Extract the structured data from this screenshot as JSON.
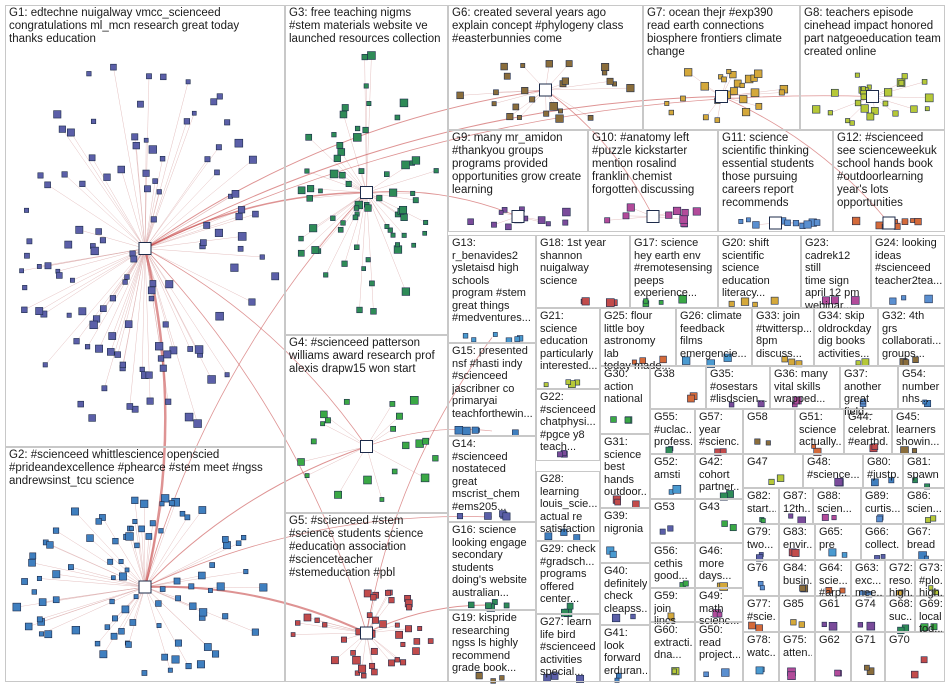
{
  "title": "",
  "colors": {
    "edge": "#c33b3b",
    "edge_light": "#d9a5a5",
    "node_border": "#1d2b4a",
    "group_border": "#c8c8c8"
  },
  "groups": [
    {
      "id": "G1",
      "text": "G1: edtechne nuigalway vmcc_scienceed\ncongratulations ml_mcn research great today\nthanks education",
      "node_color": "#5b5fa8",
      "density": 120
    },
    {
      "id": "G2",
      "text": "G2: #scienceed whittlescience openscied\n#prideandexcellence #phearce #stem meet #ngss\nandrewsinst_tcu science",
      "node_color": "#3f7fbf",
      "density": 90
    },
    {
      "id": "G3",
      "text": "G3: free teaching nigms\n#stem materials website ve\nlaunched resources collection",
      "node_color": "#2e8b57",
      "density": 70
    },
    {
      "id": "G4",
      "text": "G4: #scienceed patterson\nwilliams award research prof\nalexis drapw15 won start",
      "node_color": "#3aa845",
      "density": 20
    },
    {
      "id": "G5",
      "text": "G5: #scienceed #stem\n#science students science\n#education association\n#scienceteacher\n#stemeducation #pbl",
      "node_color": "#c24b4b",
      "density": 40
    },
    {
      "id": "G6",
      "text": "G6: created several years ago\nexplain concept #phylogeny class\n#easterbunnies come",
      "node_color": "#8a6d3b",
      "density": 25
    },
    {
      "id": "G7",
      "text": "G7: ocean thejr #exp390\nread earth connections\nbiosphere frontiers climate\nchange",
      "node_color": "#d4a83a",
      "density": 25
    },
    {
      "id": "G8",
      "text": "G8: teachers episode\ncinehead impact honored\npart natgeoeducation team\ncreated online",
      "node_color": "#b6c838",
      "density": 25
    },
    {
      "id": "G9",
      "text": "G9: many mr_amidon\n#thankyou groups\nprograms provided\nopportunities grow create\nlearning",
      "node_color": "#7a4b9a",
      "density": 12
    },
    {
      "id": "G10",
      "text": "G10: #anatomy left\n#puzzle kickstarter\nmention rosalind\nfranklin chemist\nforgotten discussing",
      "node_color": "#b24b9a",
      "density": 10
    },
    {
      "id": "G11",
      "text": "G11: science\nscientific thinking\nessential students\nthose pursuing\ncareers report\nrecommends",
      "node_color": "#5a8fd0",
      "density": 10
    },
    {
      "id": "G12",
      "text": "G12: #scienceed\nsee scienceweekuk\nschool hands book\n#outdoorlearning\nyear's lots\nopportunities",
      "node_color": "#d46a3a",
      "density": 10
    },
    {
      "id": "G13",
      "text": "G13:\nr_benavides2\nysletaisd high\nschools\nprogram #stem\ngreat things\n#medventures...",
      "node_color": "#4a9ad0",
      "density": 6
    },
    {
      "id": "G14",
      "text": "G14:\n#scienceed\nnostateced\ngreat\nmscrist_chem\n#ems205...",
      "node_color": "#5b5fa8",
      "density": 5
    },
    {
      "id": "G15",
      "text": "G15: presented\nnsf #hasti indy\n#scienceed\njascribner co\nprimaryai\nteachforthewin...",
      "node_color": "#3f7fbf",
      "density": 5
    },
    {
      "id": "G16",
      "text": "G16: science\nlooking engage\nsecondary\nstudents\ndoing's website\naustralian...",
      "node_color": "#2e8b57",
      "density": 5
    },
    {
      "id": "G17",
      "text": "G17: science\nhey earth env\n#remotesensing\npeeps\nexperience...",
      "node_color": "#3aa845",
      "density": 4
    },
    {
      "id": "G18",
      "text": "G18: 1st year\nshannon\nnuigalway\nscience",
      "node_color": "#c24b4b",
      "density": 4
    },
    {
      "id": "G19",
      "text": "G19: kispride\nresearching\nngss ls highly\nrecommend\ngrade book...",
      "node_color": "#8a6d3b",
      "density": 4
    },
    {
      "id": "G20",
      "text": "G20: shift\nscientific\nscience\neducation\nliteracy...",
      "node_color": "#d4a83a",
      "density": 4
    },
    {
      "id": "G21",
      "text": "G21:\nscience\neducation\nparticularly\ninterested...",
      "node_color": "#b6c838",
      "density": 4
    },
    {
      "id": "G22",
      "text": "G22:\n#scienceed\nchatphysi...\n#pgce y8\nteach...",
      "node_color": "#7a4b9a",
      "density": 3
    },
    {
      "id": "G23",
      "text": "G23:\ncadrek12 still\ntime sign\napril 12 pm\nwebinar...",
      "node_color": "#b24b9a",
      "density": 3
    },
    {
      "id": "G24",
      "text": "G24: looking\nideas\n#scienceed\nteacher2tea...",
      "node_color": "#5a8fd0",
      "density": 3
    },
    {
      "id": "G25",
      "text": "G25: flour\nlittle boy\nastronomy lab\ntoday made...",
      "node_color": "#d46a3a",
      "density": 3
    },
    {
      "id": "G26",
      "text": "G26: climate\nfeedback\nfilms\nemergencie...",
      "node_color": "#4a9ad0",
      "density": 3
    },
    {
      "id": "G27",
      "text": "G27: learn\nlife bird\n#scienceed\nactivities\nspecial...",
      "node_color": "#5b5fa8",
      "density": 3
    },
    {
      "id": "G28",
      "text": "G28:\nlearning\nlouis_scie...\nactual re\nsatisfaction",
      "node_color": "#3f7fbf",
      "density": 3
    },
    {
      "id": "G29",
      "text": "G29: check\n#gradsch...\nprograms\noffered\ncenter...",
      "node_color": "#2e8b57",
      "density": 3
    },
    {
      "id": "G30",
      "text": "G30:\naction\nnational",
      "node_color": "#3aa845",
      "density": 3
    },
    {
      "id": "G31",
      "text": "G31:\nscience\nbest\nhands\noutdoor...",
      "node_color": "#c24b4b",
      "density": 3
    },
    {
      "id": "G32",
      "text": "G32: 4th\ngrs\ncollaborati...\ngroups...",
      "node_color": "#8a6d3b",
      "density": 3
    },
    {
      "id": "G33",
      "text": "G33: join\n#twittersp...\n8pm\ndiscuss...",
      "node_color": "#d4a83a",
      "density": 3
    },
    {
      "id": "G34",
      "text": "G34: skip\noldrockday\ndig books\nactivities...",
      "node_color": "#b6c838",
      "density": 3
    },
    {
      "id": "G35",
      "text": "G35:\n#osestars\n#lisdscien...",
      "node_color": "#7a4b9a",
      "density": 2
    },
    {
      "id": "G36",
      "text": "G36: many\nvital skills\nwrapped...",
      "node_color": "#b24b9a",
      "density": 2
    },
    {
      "id": "G37",
      "text": "G37:\nanother\ngreat field...",
      "node_color": "#5a8fd0",
      "density": 2
    },
    {
      "id": "G38",
      "text": "G38",
      "node_color": "#d46a3a",
      "density": 2
    },
    {
      "id": "G39",
      "text": "G39:\nnigronia",
      "node_color": "#4a9ad0",
      "density": 2
    },
    {
      "id": "G40",
      "text": "G40:\ndefinitely\ncheck\ncleapss...",
      "node_color": "#5b5fa8",
      "density": 2
    },
    {
      "id": "G41",
      "text": "G41:\nlook\nforward\nerduran...",
      "node_color": "#3f7fbf",
      "density": 2
    },
    {
      "id": "G42",
      "text": "G42:\ncohort\npartner...",
      "node_color": "#2e8b57",
      "density": 2
    },
    {
      "id": "G43",
      "text": "G43",
      "node_color": "#3aa845",
      "density": 2
    },
    {
      "id": "G44",
      "text": "G44:\ncelebrat...\n#earthd...",
      "node_color": "#c24b4b",
      "density": 2
    },
    {
      "id": "G45",
      "text": "G45:\nlearners\nshowin...",
      "node_color": "#8a6d3b",
      "density": 2
    },
    {
      "id": "G46",
      "text": "G46:\nmore\ndays...",
      "node_color": "#d4a83a",
      "density": 2
    },
    {
      "id": "G47",
      "text": "G47",
      "node_color": "#b6c838",
      "density": 2
    },
    {
      "id": "G48",
      "text": "G48:\n#science...",
      "node_color": "#7a4b9a",
      "density": 2
    },
    {
      "id": "G49",
      "text": "G49:\nmath\nscienc...",
      "node_color": "#b24b9a",
      "density": 2
    },
    {
      "id": "G50",
      "text": "G50:\nread\nproject...",
      "node_color": "#5a8fd0",
      "density": 2
    },
    {
      "id": "G51",
      "text": "G51:\nscience\nactually...",
      "node_color": "#d46a3a",
      "density": 2
    },
    {
      "id": "G52",
      "text": "G52:\namsti",
      "node_color": "#4a9ad0",
      "density": 2
    },
    {
      "id": "G53",
      "text": "G53",
      "node_color": "#5b5fa8",
      "density": 2
    },
    {
      "id": "G54",
      "text": "G54:\nnumber\nnhs...",
      "node_color": "#3f7fbf",
      "density": 2
    },
    {
      "id": "G55",
      "text": "G55:\n#uclac...\nprofess...",
      "node_color": "#2e8b57",
      "density": 2
    },
    {
      "id": "G56",
      "text": "G56:\ncethis\ngood...",
      "node_color": "#3aa845",
      "density": 2
    },
    {
      "id": "G57",
      "text": "G57:\nyear\n#scienc...",
      "node_color": "#c24b4b",
      "density": 2
    },
    {
      "id": "G58",
      "text": "G58",
      "node_color": "#8a6d3b",
      "density": 2
    },
    {
      "id": "G59",
      "text": "G59:\njoin lincs",
      "node_color": "#d4a83a",
      "density": 2
    },
    {
      "id": "G60",
      "text": "G60:\nextracti...\ndna...",
      "node_color": "#b6c838",
      "density": 2
    },
    {
      "id": "G61",
      "text": "G61",
      "node_color": "#7a4b9a",
      "density": 2
    },
    {
      "id": "G62",
      "text": "G62",
      "node_color": "#b24b9a",
      "density": 2
    },
    {
      "id": "G63",
      "text": "G63:\nexc...\nmee...",
      "node_color": "#5a8fd0",
      "density": 2
    },
    {
      "id": "G64",
      "text": "G64:\nscie...\n#arp...",
      "node_color": "#d46a3a",
      "density": 2
    },
    {
      "id": "G65",
      "text": "G65:\npre",
      "node_color": "#4a9ad0",
      "density": 2
    },
    {
      "id": "G66",
      "text": "G66:\ncollect...",
      "node_color": "#5b5fa8",
      "density": 2
    },
    {
      "id": "G67",
      "text": "G67:\nbread",
      "node_color": "#3f7fbf",
      "density": 2
    },
    {
      "id": "G68",
      "text": "G68:\nsuc...",
      "node_color": "#2e8b57",
      "density": 2
    },
    {
      "id": "G69",
      "text": "G69:\nlocal\ntod...",
      "node_color": "#3aa845",
      "density": 2
    },
    {
      "id": "G70",
      "text": "G70",
      "node_color": "#c24b4b",
      "density": 2
    },
    {
      "id": "G71",
      "text": "G71",
      "node_color": "#8a6d3b",
      "density": 2
    },
    {
      "id": "G72",
      "text": "G72:\nreso...\nhigh...",
      "node_color": "#d4a83a",
      "density": 2
    },
    {
      "id": "G73",
      "text": "G73:\n#plo...\nhigh...",
      "node_color": "#b6c838",
      "density": 2
    },
    {
      "id": "G74",
      "text": "G74",
      "node_color": "#7a4b9a",
      "density": 2
    },
    {
      "id": "G75",
      "text": "G75:\natten...",
      "node_color": "#b24b9a",
      "density": 2
    },
    {
      "id": "G76",
      "text": "G76",
      "node_color": "#5a8fd0",
      "density": 2
    },
    {
      "id": "G77",
      "text": "G77:\n#scie...",
      "node_color": "#d46a3a",
      "density": 2
    },
    {
      "id": "G78",
      "text": "G78:\nwatc...",
      "node_color": "#4a9ad0",
      "density": 2
    },
    {
      "id": "G79",
      "text": "G79:\ntwo...",
      "node_color": "#5b5fa8",
      "density": 2
    },
    {
      "id": "G80",
      "text": "G80:\n#justp...",
      "node_color": "#3f7fbf",
      "density": 2
    },
    {
      "id": "G81",
      "text": "G81:\nspawn",
      "node_color": "#2e8b57",
      "density": 2
    },
    {
      "id": "G82",
      "text": "G82:\nstart...",
      "node_color": "#3aa845",
      "density": 2
    },
    {
      "id": "G83",
      "text": "G83:\nenvir...",
      "node_color": "#c24b4b",
      "density": 2
    },
    {
      "id": "G84",
      "text": "G84:\nbusin...",
      "node_color": "#8a6d3b",
      "density": 2
    },
    {
      "id": "G85",
      "text": "G85",
      "node_color": "#d4a83a",
      "density": 2
    },
    {
      "id": "G86",
      "text": "G86:\nscien...",
      "node_color": "#b6c838",
      "density": 2
    },
    {
      "id": "G87",
      "text": "G87:\n12th...",
      "node_color": "#7a4b9a",
      "density": 2
    },
    {
      "id": "G88",
      "text": "G88:\nscien...",
      "node_color": "#b24b9a",
      "density": 2
    },
    {
      "id": "G89",
      "text": "G89:\ncurtis...",
      "node_color": "#5a8fd0",
      "density": 2
    }
  ]
}
